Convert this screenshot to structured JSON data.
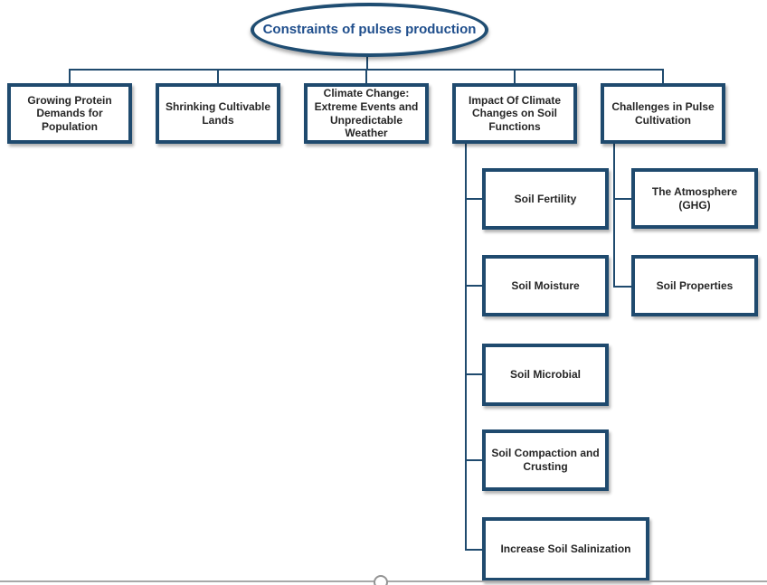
{
  "diagram": {
    "root": {
      "label": "Constraints of pulses production"
    },
    "level1": [
      {
        "label": "Growing Protein Demands for Population"
      },
      {
        "label": "Shrinking Cultivable Lands"
      },
      {
        "label": "Climate Change: Extreme Events and Unpredictable Weather"
      },
      {
        "label": "Impact Of Climate Changes on Soil Functions"
      },
      {
        "label": "Challenges in Pulse Cultivation"
      }
    ],
    "soil_children": [
      "Soil Fertility",
      "Soil Moisture",
      "Soil Microbial",
      "Soil Compaction and Crusting",
      "Increase Soil Salinization"
    ],
    "challenge_children": [
      "The Atmosphere (GHG)",
      "Soil Properties"
    ]
  },
  "colors": {
    "node_border_navy": "#1f4a6e",
    "root_text_blue": "#1f4e8c",
    "node_text": "#262626",
    "canvas_boundary_gray": "#a8a8a8"
  }
}
